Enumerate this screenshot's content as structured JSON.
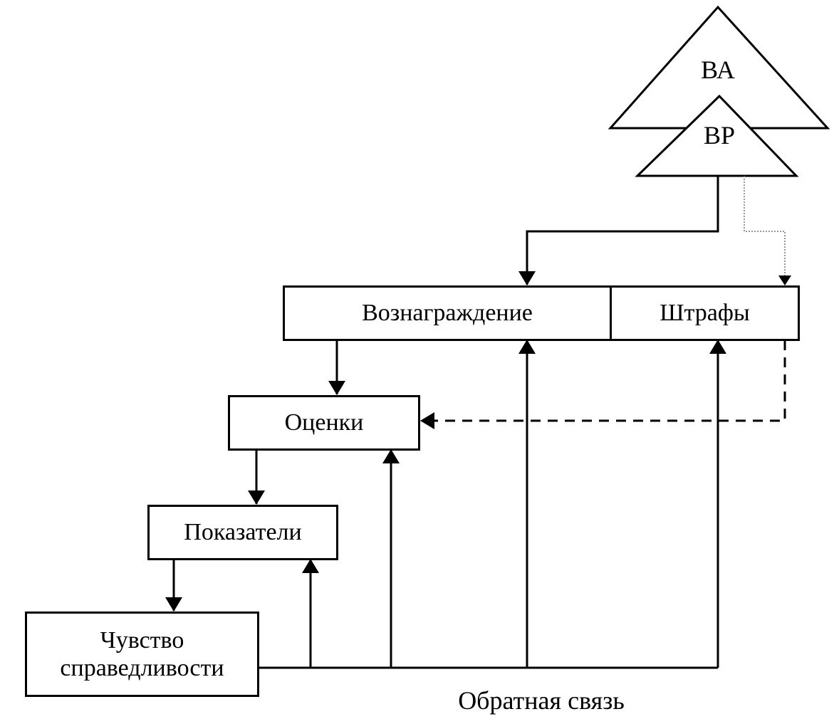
{
  "hierarchy": {
    "top": "ВА",
    "bottom": "ВР"
  },
  "boxes": {
    "reward": "Вознаграждение",
    "penalties": "Штрафы",
    "assessments": "Оценки",
    "indicators": "Показатели",
    "fairness_line1": "Чувство",
    "fairness_line2": "справедливости"
  },
  "feedback_label": "Обратная связь"
}
